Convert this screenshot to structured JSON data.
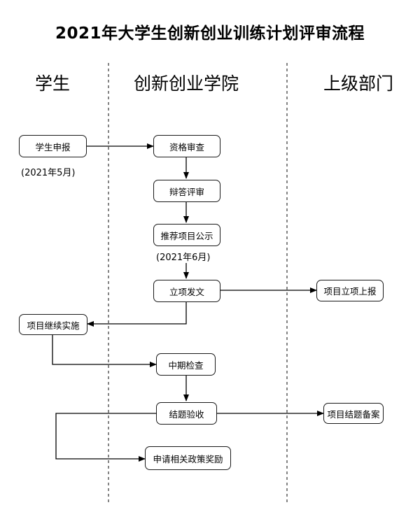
{
  "title": "2021年大学生创新创业训练计划评审流程",
  "lanes": {
    "student": "学生",
    "college": "创新创业学院",
    "upper": "上级部门"
  },
  "nodes": {
    "student_apply": "学生申报",
    "qualification_review": "资格审查",
    "defense_review": "辩答评审",
    "recommend_publicity": "推荐项目公示",
    "approval": "立项发文",
    "upper_report": "项目立项上报",
    "continue_impl": "项目继续实施",
    "midterm": "中期检查",
    "final_acceptance": "结题验收",
    "final_filing": "项目结题备案",
    "policy_reward": "申请相关政策奖励"
  },
  "notes": {
    "apply_date": "(2021年5月)",
    "publicity_date": "(2021年6月)"
  }
}
